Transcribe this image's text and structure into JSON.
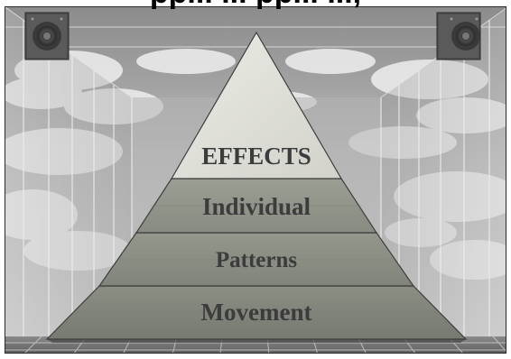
{
  "heading": {
    "text": "pp... ... pp... ...,"
  },
  "pyramid": {
    "levels": [
      {
        "label": "EFFECTS"
      },
      {
        "label": "Individual"
      },
      {
        "label": "Patterns"
      },
      {
        "label": "Movement"
      }
    ]
  },
  "colors": {
    "sky_light": "#d6d6d6",
    "sky_dark": "#8e8e8e",
    "cloud": "#eeeeee",
    "pyramid_top": "#e2e2dc",
    "pyramid_band_1": "#8f9389",
    "pyramid_band_2": "#898d83",
    "pyramid_band_3": "#7f837a",
    "label_text": "#3c3c3c",
    "floor": "#6a6a6a"
  },
  "icons": [
    "speaker-icon",
    "speaker-icon"
  ]
}
